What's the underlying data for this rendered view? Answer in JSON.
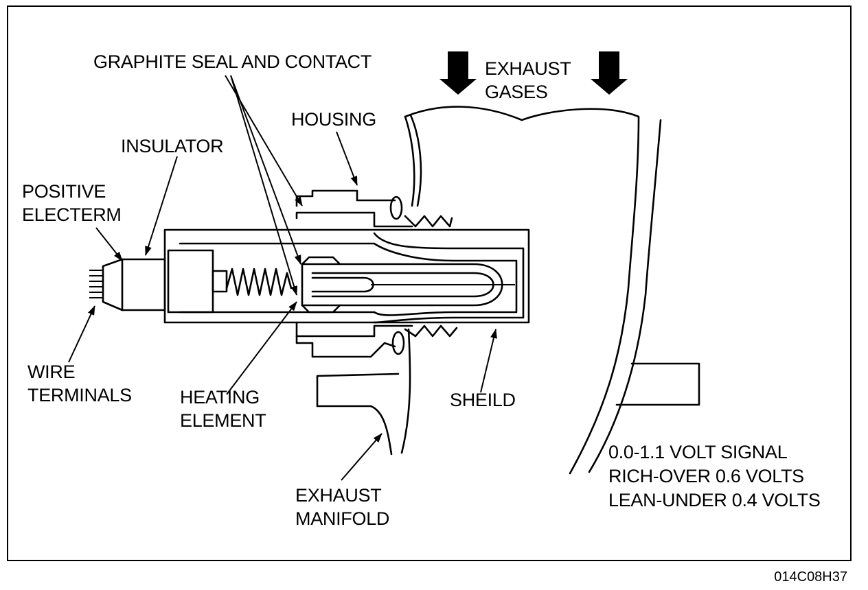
{
  "labels": {
    "graphite_seal": "GRAPHITE SEAL AND CONTACT",
    "exhaust_gases_1": "EXHAUST",
    "exhaust_gases_2": "GASES",
    "housing": "HOUSING",
    "insulator": "INSULATOR",
    "positive_1": "POSITIVE",
    "positive_2": "ELECTERM",
    "wire_1": "WIRE",
    "wire_2": "TERMINALS",
    "heating_1": "HEATING",
    "heating_2": "ELEMENT",
    "sheild": "SHEILD",
    "manifold_1": "EXHAUST",
    "manifold_2": "MANIFOLD",
    "signal_1": "0.0-1.1 VOLT SIGNAL",
    "signal_2": "RICH-OVER 0.6 VOLTS",
    "signal_3": "LEAN-UNDER 0.4 VOLTS"
  },
  "figure_code": "014C08H37"
}
